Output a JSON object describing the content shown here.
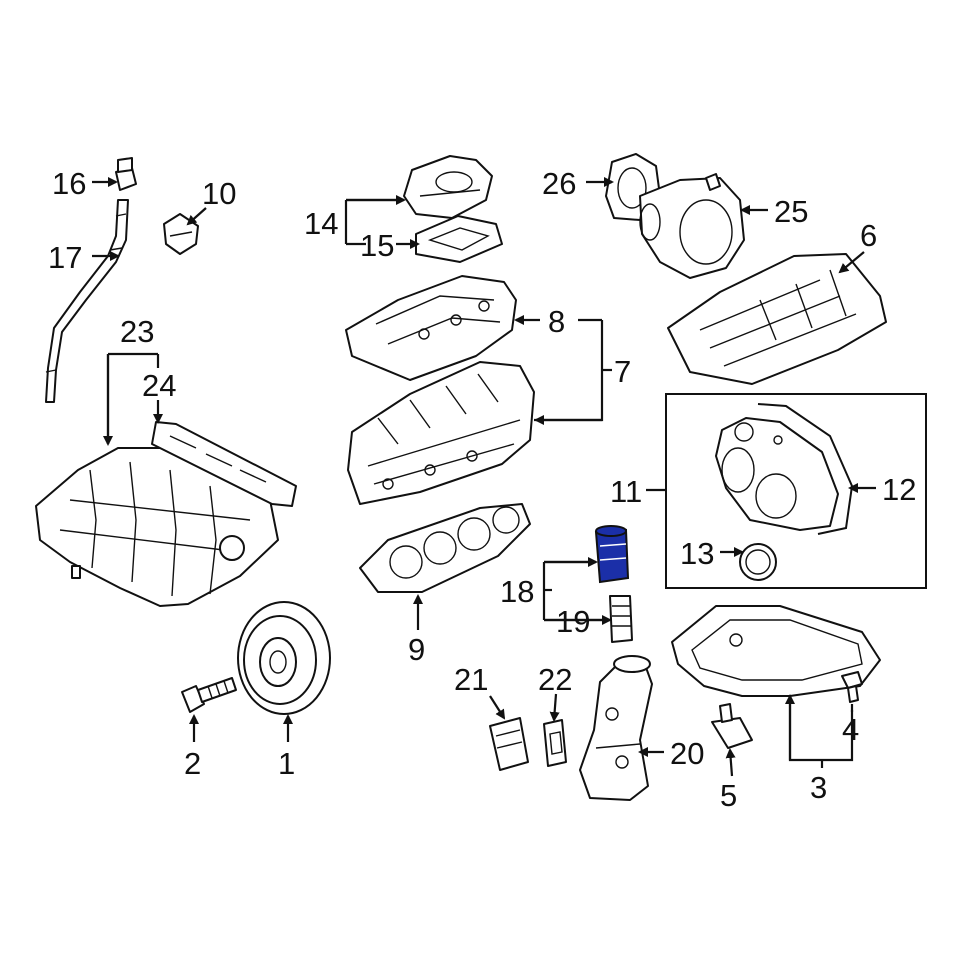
{
  "callouts": {
    "c1": "1",
    "c2": "2",
    "c3": "3",
    "c4": "4",
    "c5": "5",
    "c6": "6",
    "c7": "7",
    "c8": "8",
    "c9": "9",
    "c10": "10",
    "c11": "11",
    "c12": "12",
    "c13": "13",
    "c14": "14",
    "c15": "15",
    "c16": "16",
    "c17": "17",
    "c18": "18",
    "c19": "19",
    "c20": "20",
    "c21": "21",
    "c22": "22",
    "c23": "23",
    "c24": "24",
    "c25": "25",
    "c26": "26"
  },
  "colors": {
    "highlight": "#1b2fa8",
    "line": "#111111"
  }
}
